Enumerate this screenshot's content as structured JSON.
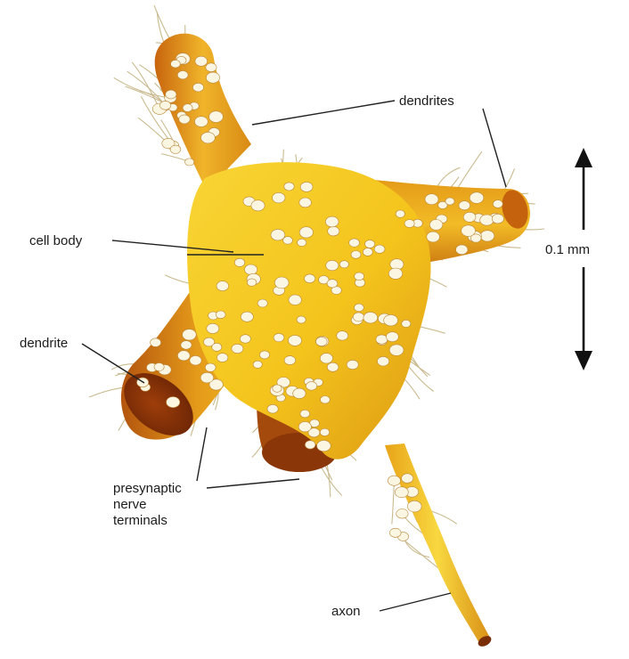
{
  "labels": {
    "dendrites": "dendrites",
    "cell_body": "cell body",
    "scale": "0.1 mm",
    "dendrite": "dendrite",
    "presynaptic": [
      "presynaptic",
      "nerve",
      "terminals"
    ],
    "axon": "axon"
  },
  "colors": {
    "body_yellow": "#f3c21a",
    "body_light": "#f8dc48",
    "body_orange": "#d98a12",
    "dendrite_brown": "#b75a10",
    "dendrite_dark": "#8a3a08",
    "terminal_white": "#fbf6e2",
    "fiber": "#c9b98e",
    "leader_line": "#222222"
  }
}
